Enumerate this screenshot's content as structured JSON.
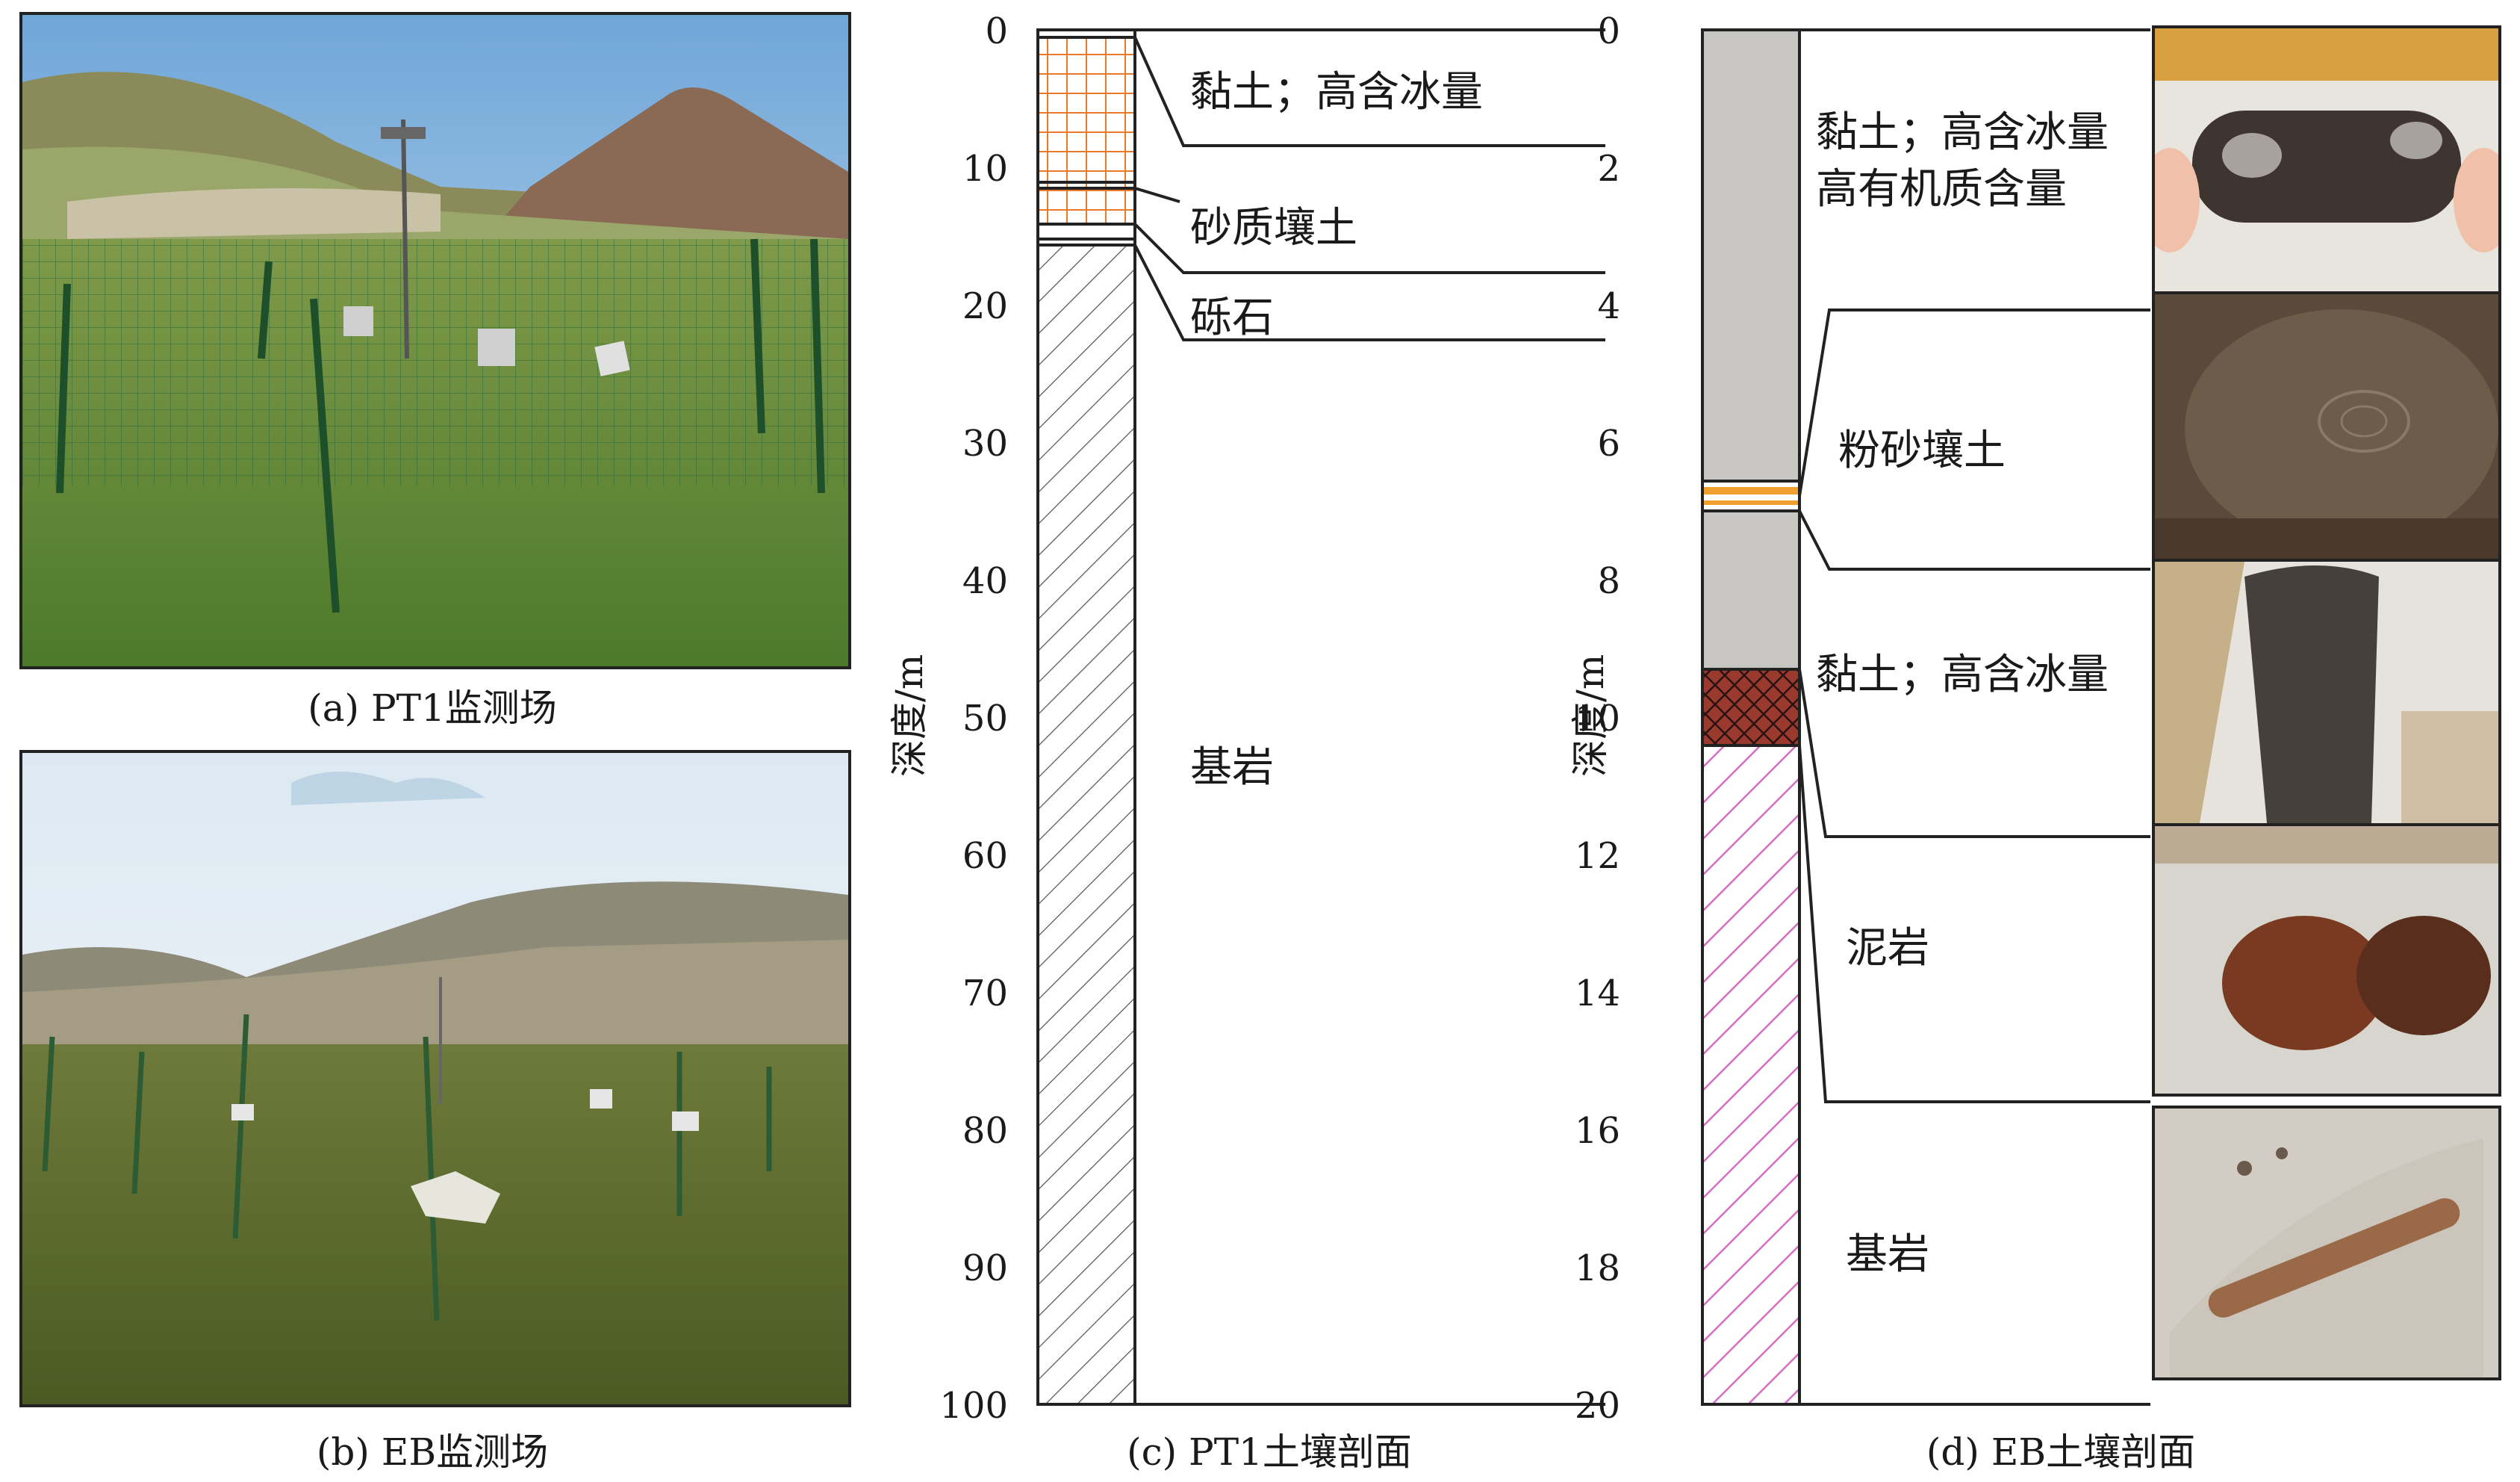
{
  "panel_a": {
    "caption": "(a) PT1监测场"
  },
  "panel_b": {
    "caption": "(b) EB监测场"
  },
  "panel_c": {
    "caption": "(c) PT1土壤剖面",
    "ylabel": "深度/m",
    "y_ticks": [
      "0",
      "10",
      "20",
      "30",
      "40",
      "50",
      "60",
      "70",
      "80",
      "90",
      "100"
    ],
    "layers": [
      {
        "name": "黏土；高含冰量",
        "from": 0,
        "to": 10.5
      },
      {
        "name": "砂质壤土",
        "from": 10.5,
        "to": 13.5
      },
      {
        "name": "砾石",
        "from": 13.5,
        "to": 15
      },
      {
        "name": "基岩",
        "from": 15,
        "to": 100
      }
    ],
    "colors": {
      "clay_grid": "#e87a28",
      "bedrock_hatch": "#555555"
    }
  },
  "panel_d": {
    "caption": "(d) EB土壤剖面",
    "ylabel": "深度/m",
    "y_ticks": [
      "0",
      "2",
      "4",
      "6",
      "8",
      "10",
      "12",
      "14",
      "16",
      "18",
      "20"
    ],
    "layers": [
      {
        "name": "黏土；高含冰量",
        "name2": "高有机质含量",
        "from": 0,
        "to": 6.6
      },
      {
        "name": "粉砂壤土",
        "from": 6.6,
        "to": 7.0
      },
      {
        "name": "黏土；高含冰量",
        "from": 7.0,
        "to": 9.3
      },
      {
        "name": "泥岩",
        "from": 9.3,
        "to": 10.4
      },
      {
        "name": "基岩",
        "from": 10.4,
        "to": 20
      }
    ],
    "colors": {
      "clay_fill": "#c8c6c3",
      "silt_band": "#f0a030",
      "mudstone": "#9a3a2e",
      "bedrock_hatch": "#d66fc4"
    }
  },
  "core_photos": [
    "clay-core-photo",
    "silt-loam-photo",
    "clay-core-photo-2",
    "mudstone-photo",
    "bedrock-photo"
  ]
}
